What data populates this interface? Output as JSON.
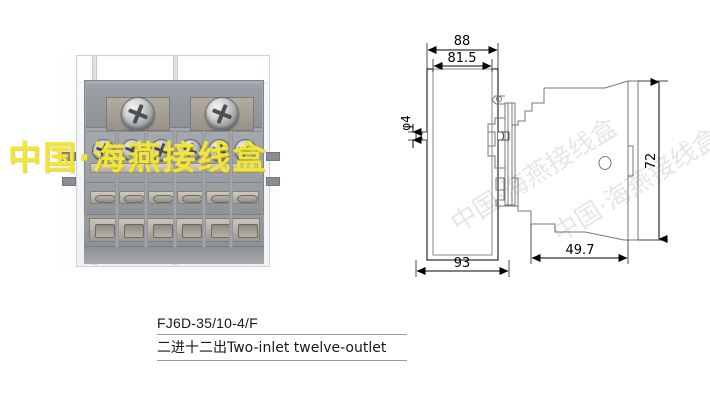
{
  "product_photo": {
    "alt": "FJ6D-35/10-4/F terminal block, two-inlet twelve-outlet",
    "inlet_screw_count": 2,
    "outlet_screw_count": 6,
    "bottom_terminal_count": 6,
    "body_color": "#9ea2a7",
    "cover_color": "#f4f5f6"
  },
  "watermarks": {
    "yellow_text": "中国·海燕接线盒",
    "yellow_color": "#f2e53a",
    "diagonal_text": "中国·海燕接线盒",
    "diagonal_color": "#d8d8d8"
  },
  "drawing": {
    "front_view": {
      "dim_outer_width": "88",
      "dim_inner_width": "81.5",
      "dim_bottom_width": "93",
      "dim_hole": "φ4"
    },
    "side_view": {
      "dim_height": "72",
      "dim_depth": "49.7"
    },
    "line_color": "#000000"
  },
  "caption": {
    "model": "FJ6D-35/10-4/F",
    "description": "二进十二出Two-inlet twelve-outlet"
  }
}
